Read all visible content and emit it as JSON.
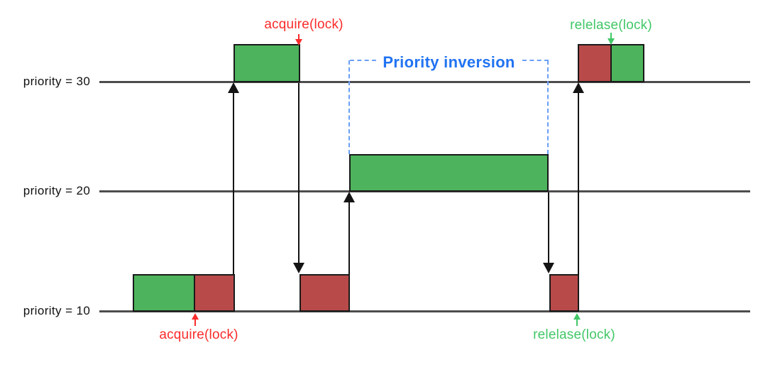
{
  "diagram": {
    "title": "Priority inversion",
    "lanes": [
      {
        "label": "priority = 30"
      },
      {
        "label": "priority = 20"
      },
      {
        "label": "priority = 10"
      }
    ],
    "annotations": {
      "acquire_top": {
        "label": "acquire(lock)"
      },
      "acquire_bottom": {
        "label": "acquire(lock)"
      },
      "release_top": {
        "label": "relelase(lock)"
      },
      "release_bottom": {
        "label": "relelase(lock)"
      },
      "priority_inversion": {
        "label": "Priority inversion"
      }
    },
    "colors": {
      "running_bar_green": "#4db35c",
      "lock_held_bar_red": "#b94a4a",
      "bar_border_black": "#1a1a1a",
      "timeline_gray": "#4d4d4d",
      "acquire_text_red": "#fb2b2b",
      "release_text_green": "#42c767",
      "inversion_text_blue": "#2173f2",
      "inversion_dash_blue": "#6a9ff8"
    }
  }
}
